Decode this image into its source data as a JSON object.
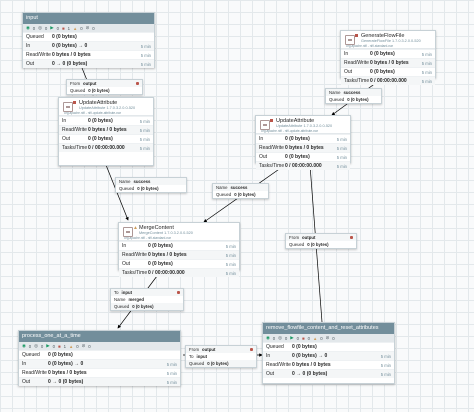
{
  "colors": {
    "accent": "#728e9b",
    "stopped": "#ba554a",
    "running": "#1a9964",
    "invalid": "#cf9f5d",
    "expired": "#ba554a"
  },
  "process_groups": {
    "input": {
      "name": "input",
      "status": [
        "0",
        "0",
        "0",
        "0",
        "1",
        "0"
      ],
      "queued": "0 (0 bytes)",
      "in_count": "0 (0 bytes) → 0",
      "readwrite": "0 bytes / 0 bytes",
      "out_count": "0 → 0 (0 bytes)",
      "time": "5 min"
    },
    "process_one": {
      "name": "process_one_at_a_time",
      "status": [
        "0",
        "0",
        "0",
        "0",
        "1",
        "0"
      ],
      "queued": "0 (0 bytes)",
      "in_count": "0 (0 bytes) → 0",
      "readwrite": "0 bytes / 0 bytes",
      "out_count": "0 → 0 (0 bytes)",
      "time": "5 min"
    },
    "remove_flowfile": {
      "name": "remove_flowfile_content_and_reset_attributes",
      "status": [
        "0",
        "0",
        "0",
        "0",
        "0",
        "0"
      ],
      "queued": "0 (0 bytes)",
      "in_count": "0 (0 bytes) → 0",
      "readwrite": "0 bytes / 0 bytes",
      "out_count": "0 → 0 (0 bytes)",
      "time": "5 min"
    }
  },
  "labels": {
    "queued": "Queued",
    "in": "In",
    "readwrite": "Read/Write",
    "out": "Out",
    "tasks": "Tasks/Time"
  },
  "processors": {
    "generate": {
      "name": "GenerateFlowFile",
      "type": "GenerateFlowFile 1.7.0.3.2.0.0-520",
      "bundle": "org.apache.nifi - nifi-standard-nar",
      "in": "0 (0 bytes)",
      "readwrite": "0 bytes / 0 bytes",
      "out": "0 (0 bytes)",
      "tasks": "0 / 00:00:00.000",
      "time": "5 min"
    },
    "update1": {
      "name": "UpdateAttribute",
      "type": "UpdateAttribute 1.7.0.3.2.0.0-520",
      "bundle": "org.apache.nifi - nifi-update-attribute-nar",
      "in": "0 (0 bytes)",
      "readwrite": "0 bytes / 0 bytes",
      "out": "0 (0 bytes)",
      "tasks": "0 / 00:00:00.000",
      "time": "5 min"
    },
    "update2": {
      "name": "UpdateAttribute",
      "type": "UpdateAttribute 1.7.0.3.2.0.0-520",
      "bundle": "org.apache.nifi - nifi-update-attribute-nar",
      "in": "0 (0 bytes)",
      "readwrite": "0 bytes / 0 bytes",
      "out": "0 (0 bytes)",
      "tasks": "0 / 00:00:00.000",
      "time": "5 min"
    },
    "merge": {
      "name": "MergeContent",
      "type": "MergeContent 1.7.0.3.2.0.0-520",
      "bundle": "org.apache.nifi - nifi-standard-nar",
      "in": "0 (0 bytes)",
      "readwrite": "0 bytes / 0 bytes",
      "out": "0 (0 bytes)",
      "tasks": "0 / 00:00:00.000",
      "time": "5 min"
    }
  },
  "connections": {
    "from_output_1": {
      "k1": "From",
      "v1": "output",
      "k2": "Queued",
      "v2": "0 (0 bytes)"
    },
    "name_success_1": {
      "k1": "Name",
      "v1": "success",
      "k2": "Queued",
      "v2": "0 (0 bytes)"
    },
    "name_success_2": {
      "k1": "Name",
      "v1": "success",
      "k2": "Queued",
      "v2": "0 (0 bytes)"
    },
    "name_success_3": {
      "k1": "Name",
      "v1": "success",
      "k2": "Queued",
      "v2": "0 (0 bytes)"
    },
    "from_output_2": {
      "k1": "From",
      "v1": "output",
      "k2": "Queued",
      "v2": "0 (0 bytes)"
    },
    "to_input_merged": {
      "k1": "To",
      "v1": "input",
      "k2": "Name",
      "v2": "merged",
      "k3": "Queued",
      "v3": "0 (0 bytes)"
    },
    "from_to": {
      "k1": "From",
      "v1": "output",
      "k2": "To",
      "v2": "input",
      "k3": "Queued",
      "v3": "0 (0 bytes)"
    }
  }
}
